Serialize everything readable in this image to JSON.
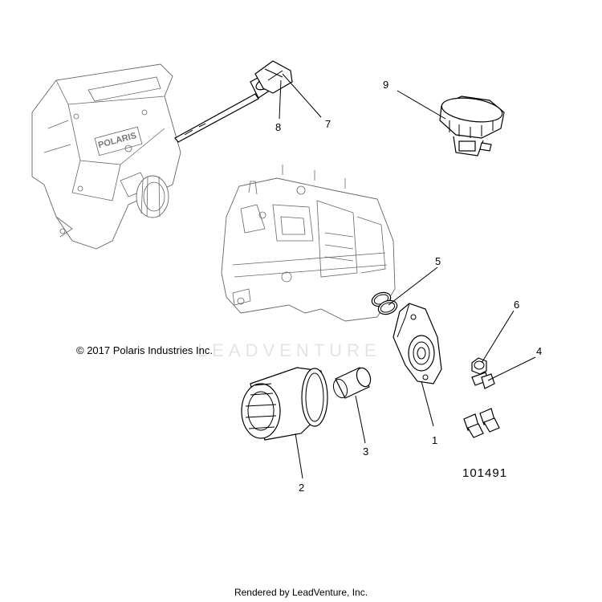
{
  "copyright": "© 2017 Polaris Industries Inc.",
  "diagram_id": "101491",
  "watermark": "LEADVENTURE",
  "footer": "Rendered by LeadVenture, Inc.",
  "engine_brand": "POLARIS",
  "callouts": [
    "1",
    "2",
    "3",
    "4",
    "5",
    "6",
    "7",
    "8",
    "9"
  ],
  "colors": {
    "ink": "#000000",
    "ghost": "#666666",
    "watermark": "#e4e4e4"
  }
}
